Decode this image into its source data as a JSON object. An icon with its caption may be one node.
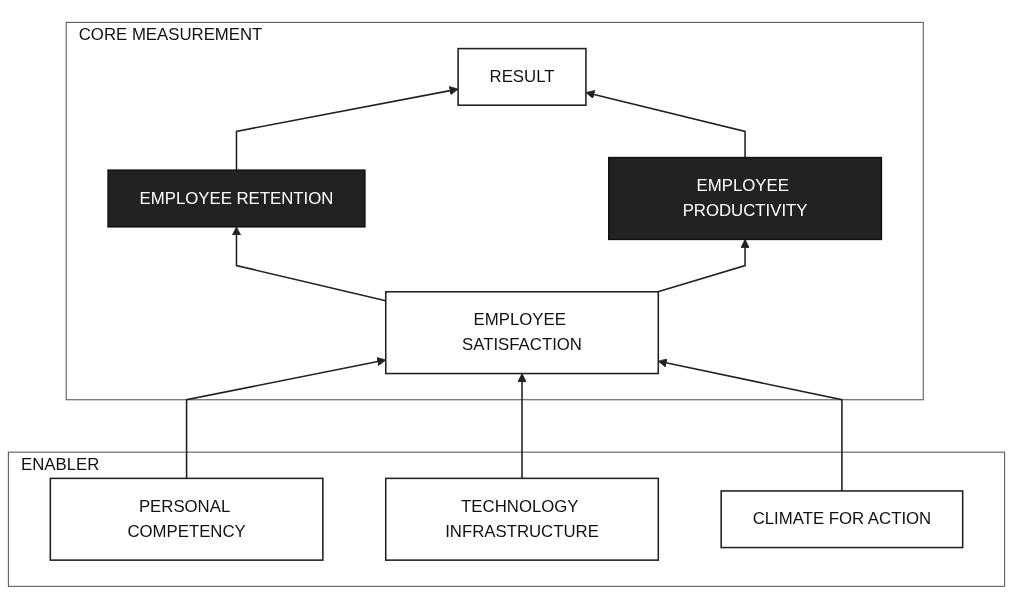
{
  "diagram": {
    "nodes": [
      {
        "text": [
          "CORE MEASUREMENT"
        ]
      },
      {
        "text": [
          "RESULT"
        ],
        "in": 0
      },
      {
        "text": [
          "EMPLOYEE RETENTION"
        ],
        "in": 0
      },
      {
        "text": [
          "EMPLOYEE PRODUCTIVITY"
        ],
        "in": 0
      },
      {
        "text": [
          "EMPLOYEE SATISFACTION"
        ],
        "in": 0
      },
      {
        "text": [
          "ENABLER"
        ]
      },
      {
        "text": [
          "PERSONAL COMPETENCY"
        ],
        "in": 5
      },
      {
        "text": [
          "TECHNOLOGY INFRASTRUCTURE"
        ],
        "in": 5
      },
      {
        "text": [
          "CLIMATE FOR ACTION"
        ],
        "in": 5
      }
    ],
    "edges": [
      {
        "from": 4,
        "to": 2,
        "arrow": "to"
      },
      {
        "from": 4,
        "to": 3,
        "arrow": "to"
      },
      {
        "from": 2,
        "to": 1,
        "arrow": "to"
      },
      {
        "from": 3,
        "to": 1,
        "arrow": "to"
      },
      {
        "from": 6,
        "to": 4,
        "arrow": "to"
      },
      {
        "from": 7,
        "to": 4,
        "arrow": "to"
      },
      {
        "from": 8,
        "to": 4,
        "arrow": "to"
      }
    ]
  }
}
